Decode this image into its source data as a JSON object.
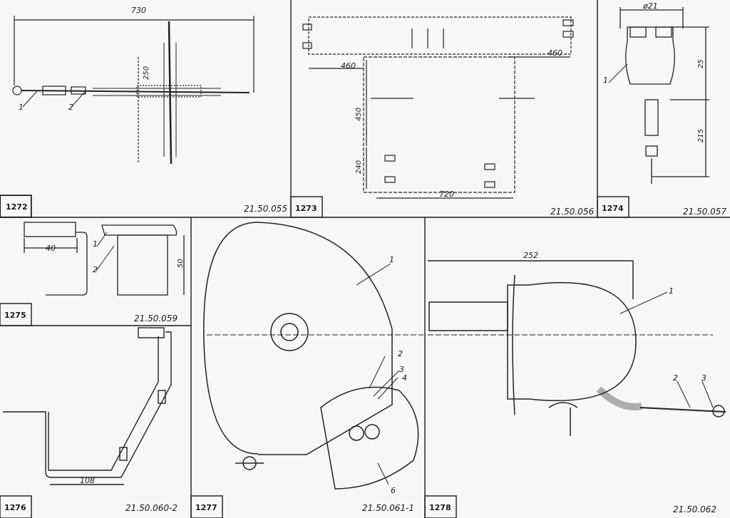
{
  "panels": [
    {
      "id": "1272",
      "code": "21.50.055",
      "dims": [
        "730",
        "250"
      ],
      "callouts": [
        "1",
        "2"
      ]
    },
    {
      "id": "1273",
      "code": "21.50.056",
      "dims": [
        "460",
        "460",
        "450",
        "240",
        "720"
      ],
      "callouts": []
    },
    {
      "id": "1274",
      "code": "21.50.057",
      "dims": [
        "ø21",
        "25",
        "215"
      ],
      "callouts": [
        "1"
      ]
    },
    {
      "id": "1275",
      "code": "21.50.059",
      "dims": [
        "40",
        "50"
      ],
      "callouts": [
        "1",
        "2"
      ]
    },
    {
      "id": "1276",
      "code": "21.50.060-2",
      "dims": [
        "108"
      ],
      "callouts": []
    },
    {
      "id": "1277",
      "code": "21.50.061-1",
      "dims": [],
      "callouts": [
        "1",
        "2",
        "3",
        "4",
        "6"
      ]
    },
    {
      "id": "1278",
      "code": "21.50.062",
      "dims": [
        "252"
      ],
      "callouts": [
        "1",
        "2",
        "3"
      ]
    }
  ]
}
